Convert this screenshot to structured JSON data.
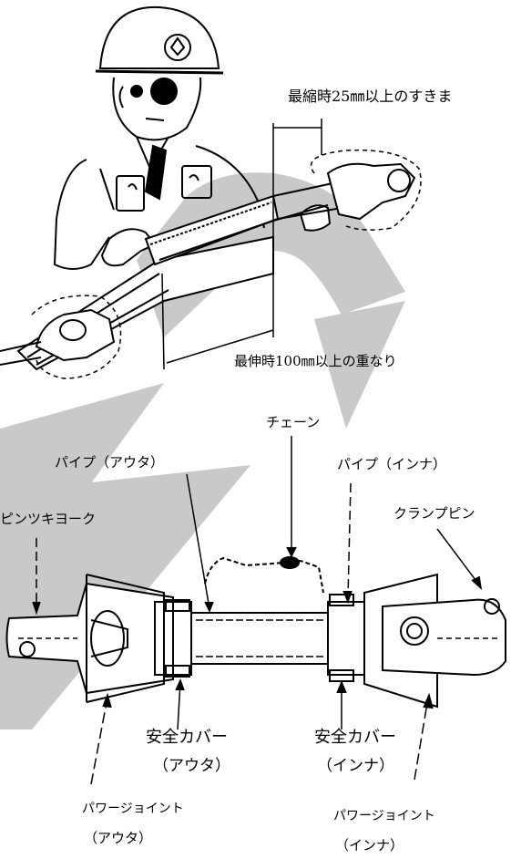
{
  "top_figure": {
    "label_gap_min": "最縮時25㎜以上のすきま",
    "label_overlap_max": "最伸時100㎜以上の重なり"
  },
  "bottom_figure": {
    "label_chain": "チェーン",
    "label_pipe_outer": "パイプ（アウタ）",
    "label_pipe_inner": "パイプ（インナ）",
    "label_pin_yoke": "ピンツキヨーク",
    "label_clamp_pin": "クランプピン",
    "label_safety_cover_outer": "安全カバー",
    "label_safety_cover_outer_sub": "（アウタ）",
    "label_safety_cover_inner": "安全カバー",
    "label_safety_cover_inner_sub": "（インナ）",
    "label_power_joint_outer": "パワージョイント",
    "label_power_joint_outer_sub": "（アウタ）",
    "label_power_joint_inner": "パワージョイント",
    "label_power_joint_inner_sub": "（インナ）"
  },
  "colors": {
    "ink": "#000000",
    "watermark": "#c8c8c8",
    "paper": "#ffffff"
  }
}
